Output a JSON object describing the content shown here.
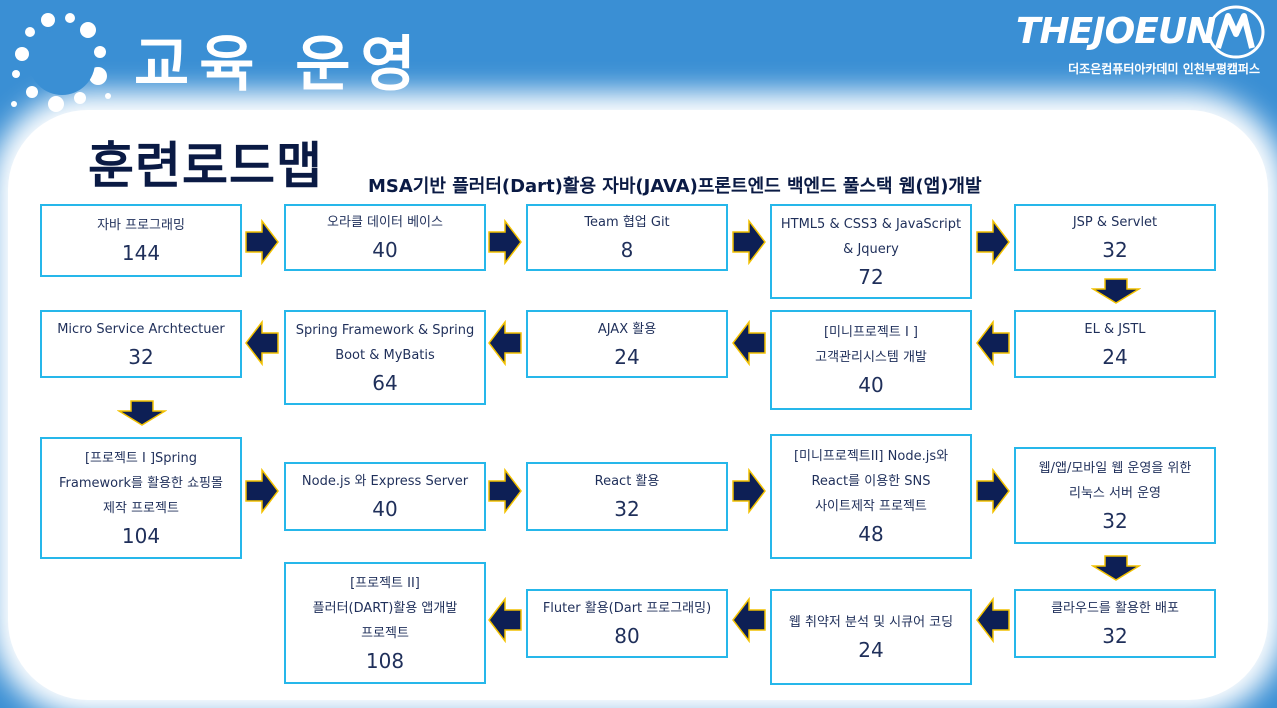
{
  "header": {
    "title": "교육 운영"
  },
  "brand": {
    "name": "THEJOEUN",
    "subtitle": "더조은컴퓨터아카데미 인천부평캠퍼스"
  },
  "roadmap": {
    "title": "훈련로드맵",
    "subtitle": "MSA기반 플러터(Dart)활용 자바(JAVA)프론트엔드 백엔드 풀스택 웹(앱)개발",
    "courses": [
      {
        "label": "자바 프로그래밍",
        "hours": "144"
      },
      {
        "label": "오라클 데이터 베이스",
        "hours": "40"
      },
      {
        "label": "Team 협업 Git",
        "hours": "8"
      },
      {
        "label": "HTML5 & CSS3 & JavaScript\n& Jquery",
        "hours": "72"
      },
      {
        "label": "JSP & Servlet",
        "hours": "32"
      },
      {
        "label": "EL & JSTL",
        "hours": "24"
      },
      {
        "label": "[미니프로젝트 I ]\n고객관리시스템 개발",
        "hours": "40"
      },
      {
        "label": "AJAX 활용",
        "hours": "24"
      },
      {
        "label": "Spring Framework & Spring\nBoot & MyBatis",
        "hours": "64"
      },
      {
        "label": "Micro Service Archtectuer",
        "hours": "32"
      },
      {
        "label": "[프로젝트 I ]Spring\nFramework를 활용한 쇼핑몰\n제작 프로젝트",
        "hours": "104"
      },
      {
        "label": "Node.js 와 Express Server",
        "hours": "40"
      },
      {
        "label": "React 활용",
        "hours": "32"
      },
      {
        "label": "[미니프로젝트II] Node.js와\nReact를 이용한 SNS\n사이트제작 프로젝트",
        "hours": "48"
      },
      {
        "label": "웹/앱/모바일 웹 운영을 위한\n리눅스 서버 운영",
        "hours": "32"
      },
      {
        "label": "클라우드를 활용한 배포",
        "hours": "32"
      },
      {
        "label": "웹 취약저 분석 및 시큐어 코딩",
        "hours": "24"
      },
      {
        "label": "Fluter 활용(Dart 프로그래밍)",
        "hours": "80"
      },
      {
        "label": "[프로젝트 II]\n플러터(DART)활용 앱개발\n프로젝트",
        "hours": "108"
      }
    ]
  },
  "colors": {
    "background": "#3a8fd4",
    "box_border": "#26b7ea",
    "arrow_fill": "#0d1f55",
    "arrow_outline": "#f2c100"
  }
}
